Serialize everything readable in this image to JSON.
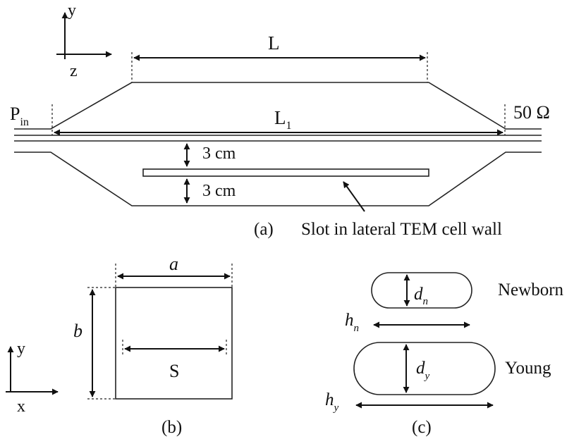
{
  "panel_a": {
    "axis_y": "y",
    "axis_z": "z",
    "length_top": "L",
    "length_main": "L",
    "length_main_sub": "1",
    "input_label": "P",
    "input_label_sub": "in",
    "output_label": "50 Ω",
    "gap_upper": "3 cm",
    "gap_lower": "3 cm",
    "caption": "(a)",
    "slot_note": "Slot in lateral TEM cell wall"
  },
  "panel_b": {
    "axis_y": "y",
    "axis_x": "x",
    "width_label": "a",
    "height_label": "b",
    "slot_label": "S",
    "caption": "(b)"
  },
  "panel_c": {
    "newborn_label": "Newborn",
    "young_label": "Young",
    "d_newborn": "d",
    "d_newborn_sub": "n",
    "h_newborn": "h",
    "h_newborn_sub": "n",
    "d_young": "d",
    "d_young_sub": "y",
    "h_young": "h",
    "h_young_sub": "y",
    "caption": "(c)"
  }
}
